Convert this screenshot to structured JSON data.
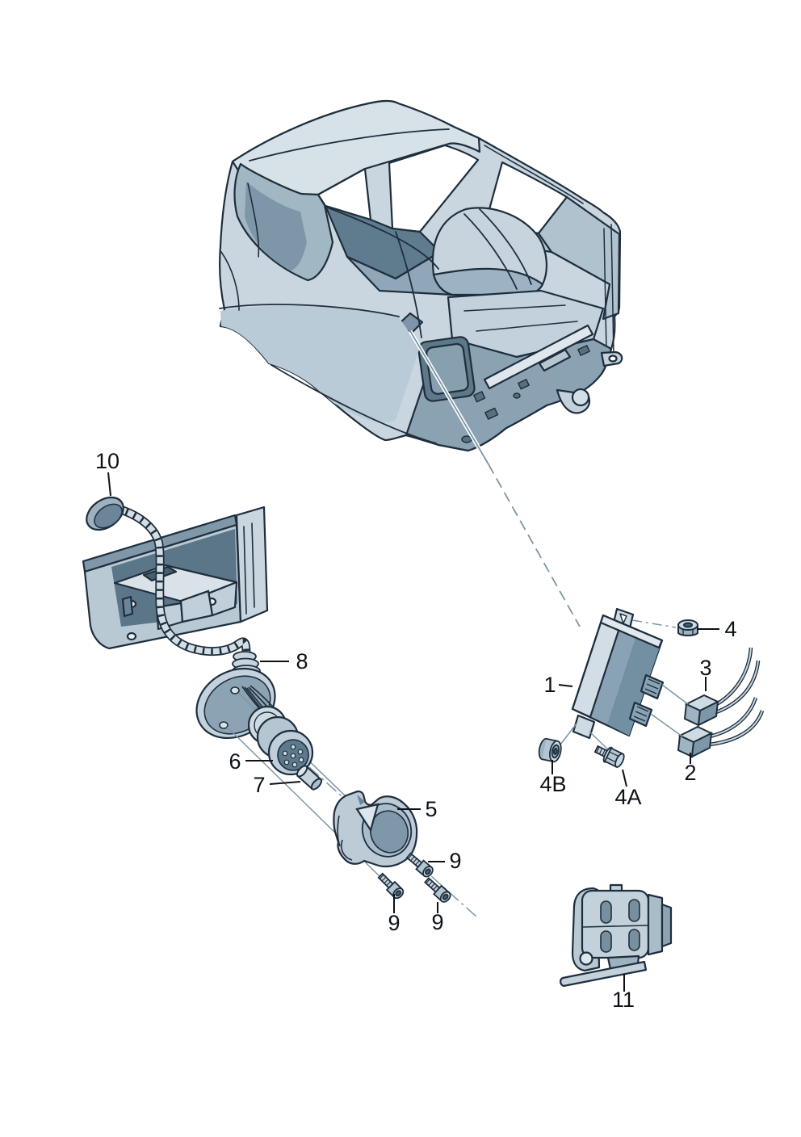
{
  "diagram": {
    "type": "exploded-parts-diagram",
    "background": "#ffffff",
    "palette": {
      "outline": "#1e2e3d",
      "body_light": "#c9d6df",
      "body_lighter": "#dde6ec",
      "body_mid": "#a9bdca",
      "body_dark": "#7f97a8",
      "body_darkest": "#5a7486",
      "leader_line": "#7c96a6",
      "label_text": "#0c1218"
    },
    "callouts": {
      "n1": "1",
      "n2": "2",
      "n3": "3",
      "n4": "4",
      "n4a": "4A",
      "n4b": "4B",
      "n5": "5",
      "n6": "6",
      "n7": "7",
      "n8": "8",
      "n9": "9",
      "n10": "10",
      "n11": "11"
    }
  }
}
